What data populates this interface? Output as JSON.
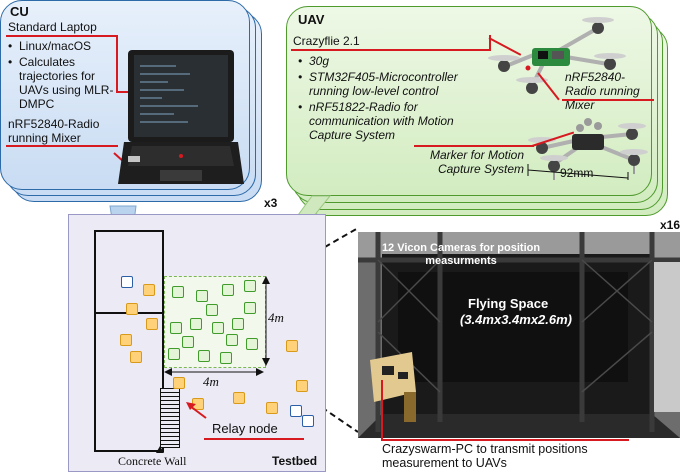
{
  "cu": {
    "title": "CU",
    "subtitle": "Standard Laptop",
    "bullets": [
      "Linux/macOS",
      "Calculates trajectories for UAVs using MLR-DMPC"
    ],
    "radio_label_1": "nRF52840-Radio",
    "radio_label_2": "running Mixer",
    "count": "x3"
  },
  "uav": {
    "title": "UAV",
    "subtitle": "Crazyflie 2.1",
    "bullets": [
      "30g",
      "STM32F405-Microcontroller running low-level control",
      "nRF51822-Radio for communication with Motion Capture System"
    ],
    "radio_label": "nRF52840-Radio running Mixer",
    "marker_label": "Marker for Motion Capture System",
    "dimension": "92mm",
    "count": "x16"
  },
  "testbed": {
    "label": "Testbed",
    "wall_label": "Concrete Wall",
    "relay_label": "Relay node",
    "width_label": "4m",
    "height_label": "4m"
  },
  "photo": {
    "cameras_label": "12 Vicon Cameras for position measurments",
    "space_title": "Flying Space",
    "space_dims": "(3.4mx3.4mx2.6m)",
    "pc_label": "Crazyswarm-PC to transmit positions measurement to UAVs"
  },
  "colors": {
    "cu_blue": "#2d6aa8",
    "uav_green": "#4e9a2d",
    "annotation_red": "#d71920",
    "relay_orange": "#ffd27a"
  }
}
